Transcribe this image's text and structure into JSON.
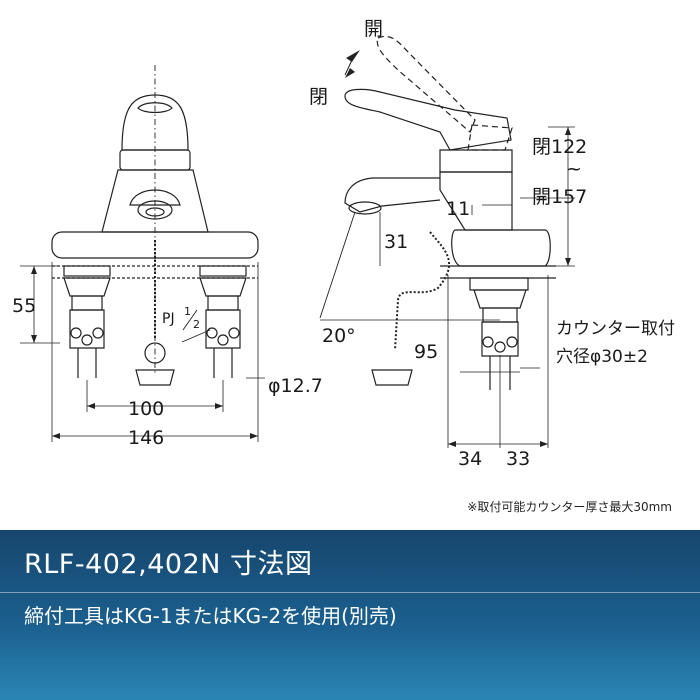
{
  "labels": {
    "open_top": "開",
    "closed_left": "閉",
    "closed_height": "閉122",
    "tilde": "~",
    "open_height": "開157",
    "dim_11": "11",
    "dim_31": "31",
    "dim_20deg": "20°",
    "dim_95": "95",
    "dim_55": "55",
    "pj_prefix": "PJ",
    "pj_num": "1",
    "pj_den": "2",
    "dim_phi127": "φ12.7",
    "dim_100": "100",
    "dim_146": "146",
    "dim_34": "34",
    "dim_33": "33",
    "counter_line1": "カウンター取付",
    "counter_line2": "穴径φ30±2"
  },
  "footnote": "※取付可能カウンター厚さ最大30mm",
  "banner": {
    "title": "RLF-402,402N 寸法図",
    "subtitle": "締付工具はKG-1またはKG-2を使用(別売)"
  }
}
